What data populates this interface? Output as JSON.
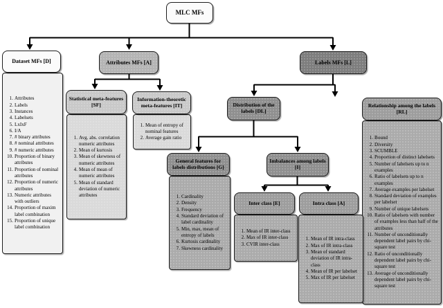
{
  "figure": {
    "type": "hierarchy-diagram",
    "description": "Taxonomy tree of multi-label classification meta-features"
  },
  "colors": {
    "root_box": "#fbfbfb",
    "dataset_header": "#fbfbfb",
    "dataset_body": "#f1f1f1",
    "attributes_header": "#b4b4b4",
    "stat_info_headers": "#c9c9c9",
    "stat_info_bodies": "#dadada",
    "labels_header": "#7d7d7d",
    "mid_gray_headers": "#8f8f8f",
    "light_gray_headers": "#9d9d9d",
    "gray_bodies": "#ababab",
    "line": "#000000"
  },
  "root": {
    "title": "MLC MFs"
  },
  "nodes": {
    "dataset": {
      "title": "Dataset MFs [D]",
      "items": [
        "Attributes",
        "Labels",
        "Instances",
        "Labelsets",
        "LxIxF",
        "I/A",
        "# binary attributes",
        "# nominal attributes",
        "# numeric attributes",
        "Proportion of binary attributes",
        "Proportion of nominal attributes",
        "Proportion of numeric attributes",
        "Numeric attributes with outliers",
        "Proportion of maxim label combination",
        "Proportion of unique label combination"
      ]
    },
    "attributes": {
      "title": "Attributes MFs [A]"
    },
    "statistical": {
      "title": "Statistical meta-features [SF]",
      "items": [
        "Avg. abs. correlation numeric attributes",
        "Mean of kurtosis",
        "Mean of skewness of numeric attributes",
        "Mean of mean of numeric attributes",
        "Mean of standard deviation of numeric attributes"
      ]
    },
    "inftheoretic": {
      "title": "Information-theoretic meta-features [IT]",
      "items": [
        "Mean of entropy of nominal features",
        "Average gain ratio"
      ]
    },
    "labels": {
      "title": "Labels MFs [L]"
    },
    "distribution": {
      "title": "Distribution of the labels [DL]"
    },
    "general": {
      "title": "General features for labels distributions [G]",
      "items": [
        "Cardinality",
        "Density",
        "Frequency",
        "Standard deviation of label cardinality",
        "Min, max, mean of entropy of labels",
        "Kurtosis cardinality",
        "Skewness cardinality"
      ]
    },
    "imbalances": {
      "title": "Imbalances among labels [I]"
    },
    "interclass": {
      "title": "Inter class [E]",
      "items": [
        "Mean of IR inter-class",
        "Max of IR inter-class",
        "CVIR inter-class"
      ]
    },
    "intraclass": {
      "title": "Intra class [A]",
      "items": [
        "Mean of IR intra-class",
        "Max of IR intra-class",
        "Mean of standard deviation of IR intra-class",
        "Mean of IR per labelset",
        "Max of IR per labelset"
      ]
    },
    "relationship": {
      "title": "Relationship among the labels [RL]",
      "items": [
        "Bound",
        "Diversity",
        "SCUMBLE",
        "Proportion of distinct labelsets",
        "Number of labelsets up to n examples",
        "Ratio of labelsets up to n examples",
        "Average examples per labelset",
        "Standard deviation of examples per labelset",
        "Number of unique labelsets",
        "Ratio of labelsets with number of examples less than half of the attributes",
        "Number of unconditionally dependent label pairs by chi-square test",
        "Ratio of unconditionally dependent label pairs by chi-square test",
        "Average of unconditionally dependent label pairs by chi-square test"
      ]
    }
  }
}
